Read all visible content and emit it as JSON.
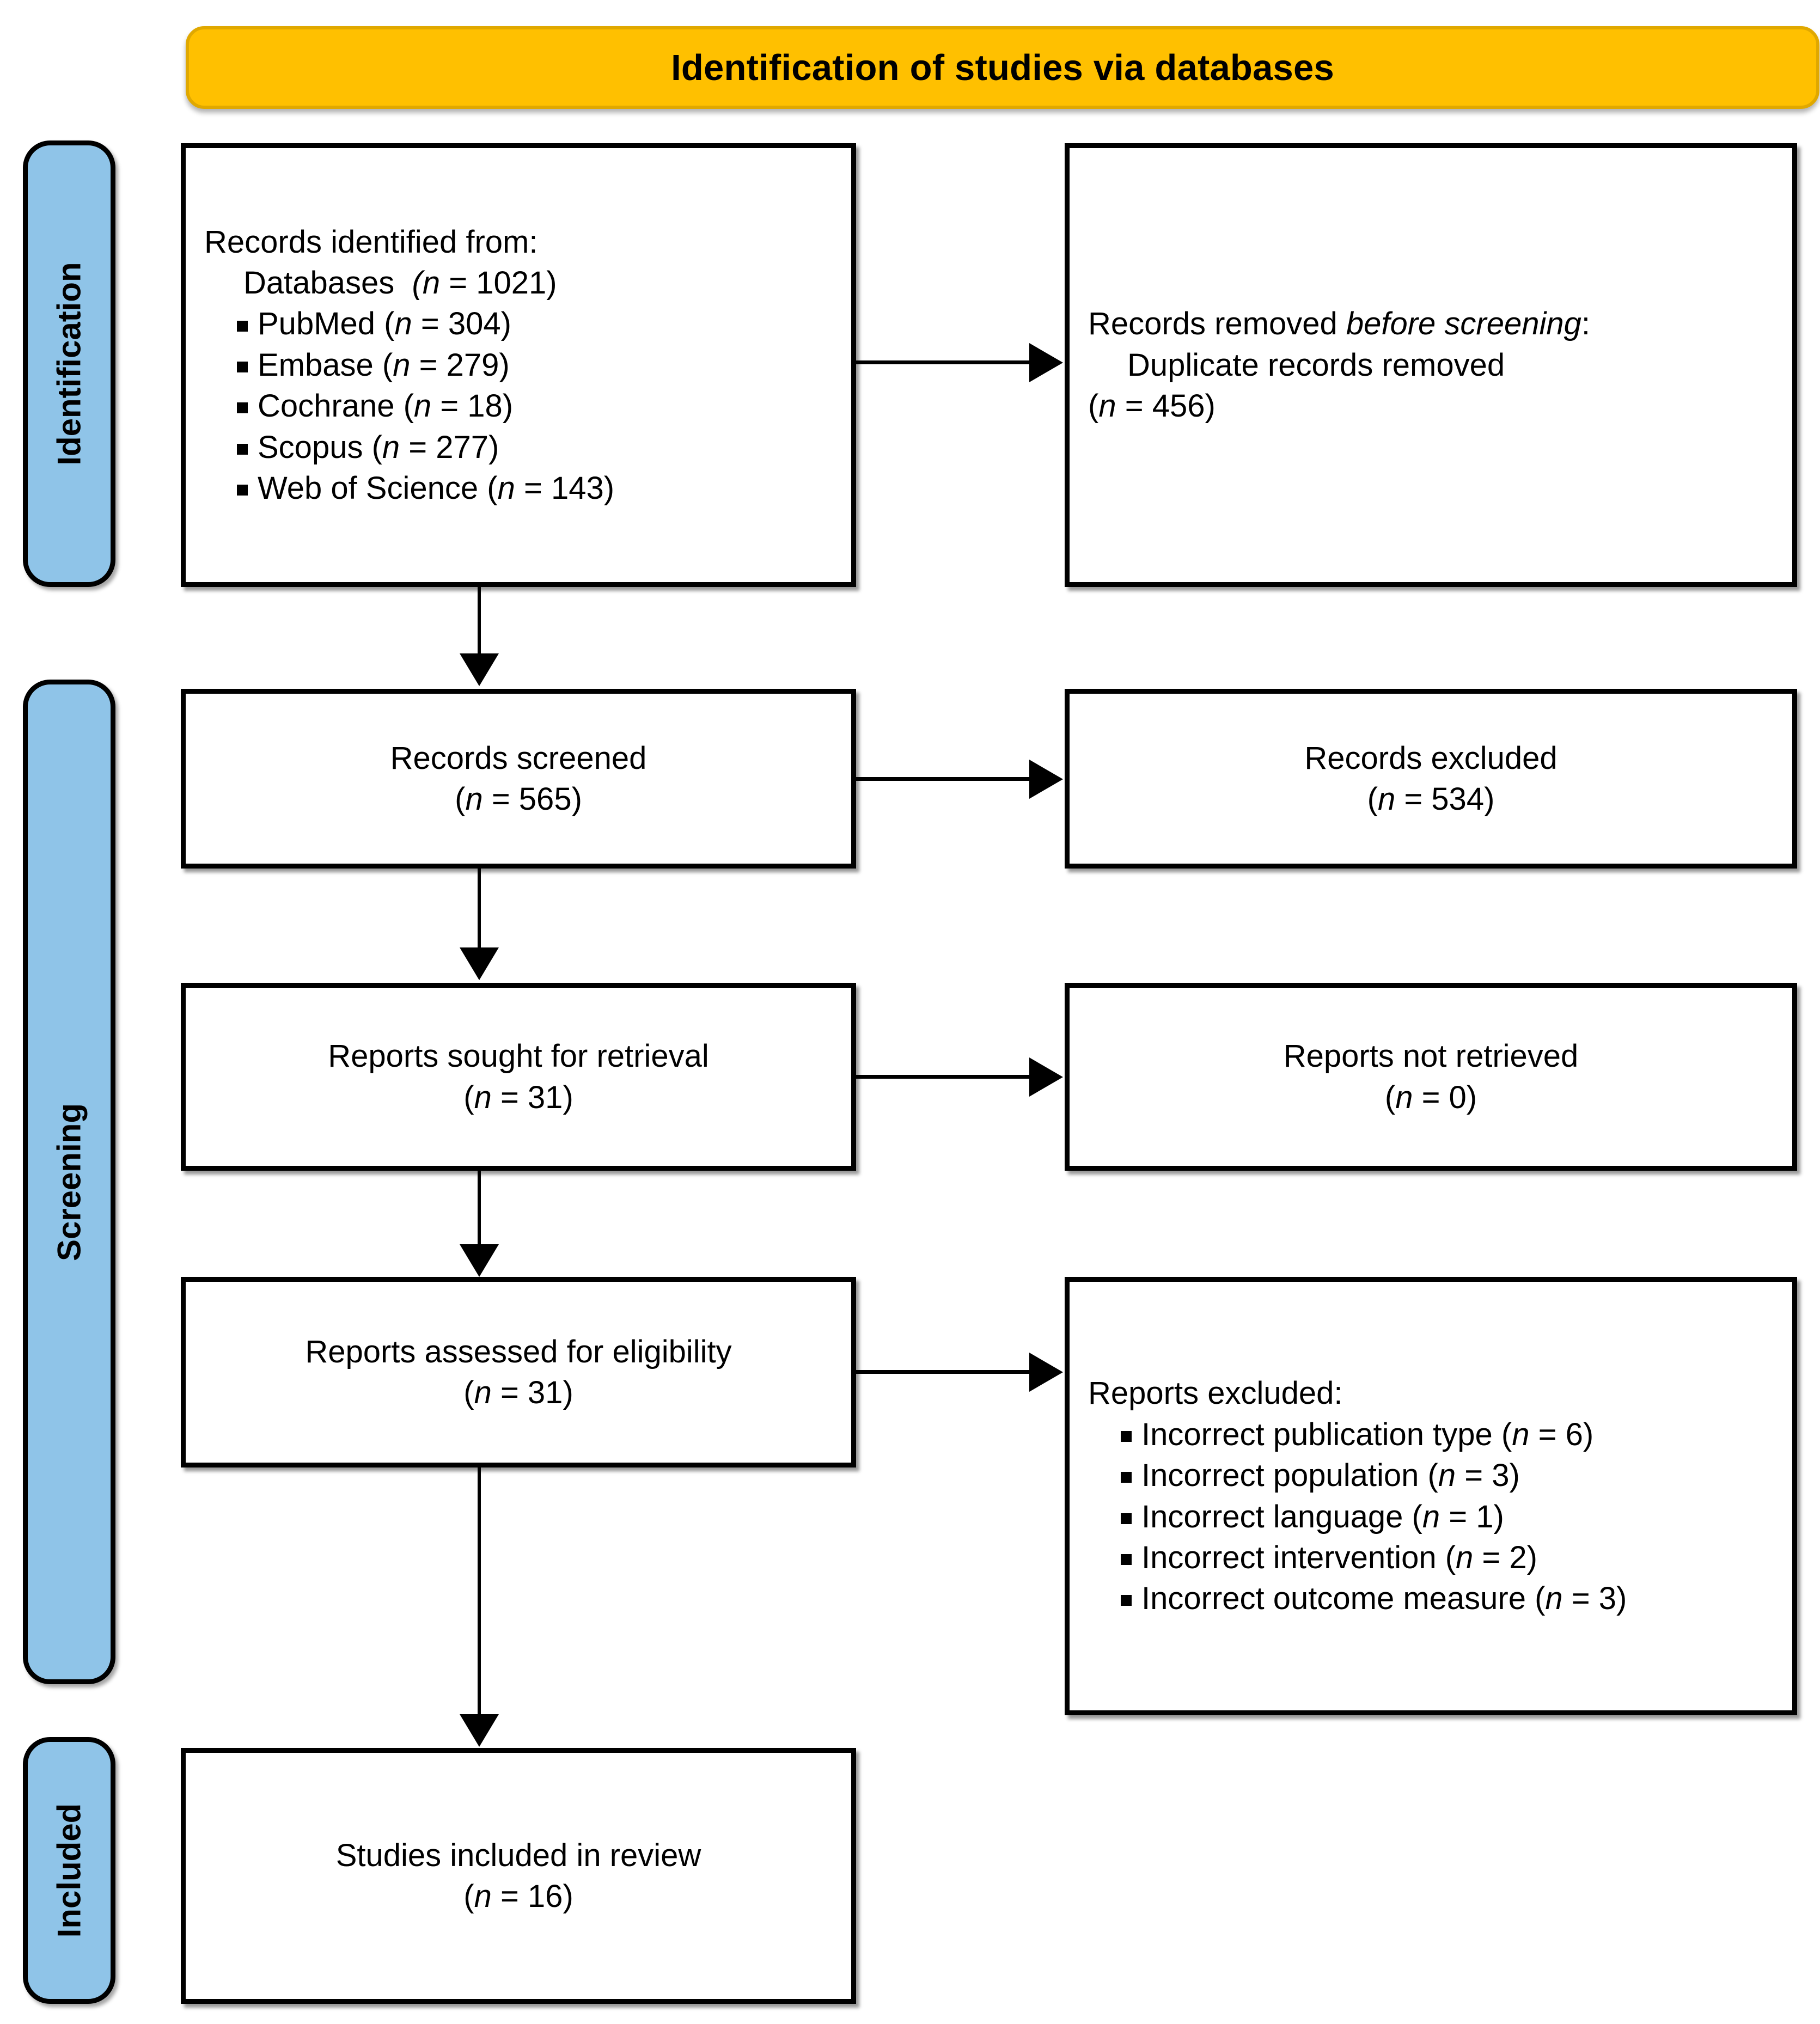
{
  "banner": {
    "title": "Identification of studies via databases",
    "fill_color": "#FFC000"
  },
  "stages": [
    {
      "key": "identification",
      "label": "Identification",
      "fill_color": "#8FC4E8"
    },
    {
      "key": "screening",
      "label": "Screening",
      "fill_color": "#8FC4E8"
    },
    {
      "key": "included",
      "label": "Included",
      "fill_color": "#8FC4E8"
    }
  ],
  "boxes": {
    "records_identified": {
      "heading": "Records identified from:",
      "subheading": "Databases (n = 1021)",
      "subheading_label": "Databases",
      "subheading_n": "(n = 1021)",
      "sources": [
        {
          "name": "PubMed",
          "n": "(n = 304)"
        },
        {
          "name": "Embase",
          "n": "(n = 279)"
        },
        {
          "name": "Cochrane",
          "n": "(n = 18)"
        },
        {
          "name": "Scopus",
          "n": "(n = 277)"
        },
        {
          "name": "Web of Science",
          "n": "(n = 143)"
        }
      ]
    },
    "records_removed": {
      "line1_pre": "Records removed ",
      "line1_italic": "before screening",
      "line1_post": ":",
      "line2": "Duplicate records removed",
      "line3": "(n = 456)"
    },
    "records_screened": {
      "line1": "Records screened",
      "line2": "(n = 565)"
    },
    "records_excluded": {
      "line1": "Records excluded",
      "line2": "(n = 534)"
    },
    "reports_sought": {
      "line1": "Reports sought for retrieval",
      "line2": "(n = 31)"
    },
    "reports_not_retrieved": {
      "line1": "Reports not retrieved",
      "line2": "(n = 0)"
    },
    "reports_assessed": {
      "line1": "Reports assessed for eligibility",
      "line2": "(n = 31)"
    },
    "reports_excluded": {
      "heading": "Reports excluded:",
      "reasons": [
        {
          "name": "Incorrect publication type",
          "n": "(n = 6)"
        },
        {
          "name": "Incorrect population",
          "n": "(n = 3)"
        },
        {
          "name": "Incorrect language",
          "n": "(n = 1)"
        },
        {
          "name": "Incorrect intervention",
          "n": "(n = 2)"
        },
        {
          "name": "Incorrect outcome measure",
          "n": "(n = 3)"
        }
      ]
    },
    "studies_included": {
      "line1": "Studies included in review",
      "line2": "(n = 16)"
    }
  }
}
